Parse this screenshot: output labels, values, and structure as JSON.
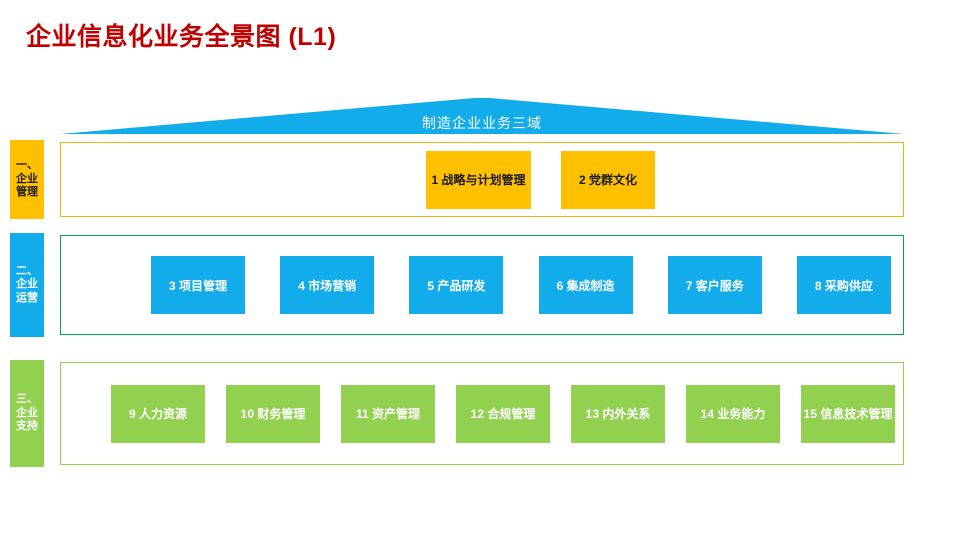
{
  "page": {
    "title": "企业信息化业务全景图 (L1)",
    "title_color": "#c00000",
    "background": "#ffffff"
  },
  "banner": {
    "label": "制造企业业务三域",
    "shape": "roof-pentagon",
    "fill": "#12aceb",
    "text_color": "#ffffff"
  },
  "rows": [
    {
      "key": "management",
      "label_lines": [
        "一、",
        "企业",
        "管理"
      ],
      "label_fill": "#ffc000",
      "label_text_color": "#1a1a1a",
      "border_color": "#ecb211",
      "card_fill": "#ffc000",
      "card_text_color": "#1a1a1a",
      "cards": [
        {
          "number": "1",
          "text": "战略与计划管理",
          "label": "1 战略与计划管理"
        },
        {
          "number": "2",
          "text": "党群文化",
          "label": "2 党群文化"
        }
      ]
    },
    {
      "key": "operations",
      "label_lines": [
        "二、",
        "企业",
        "运营"
      ],
      "label_fill": "#12aceb",
      "label_text_color": "#ffffff",
      "border_color": "#00a550",
      "card_fill": "#12aceb",
      "card_text_color": "#ffffff",
      "cards": [
        {
          "number": "3",
          "text": "项目管理",
          "label": "3 项目管理"
        },
        {
          "number": "4",
          "text": "市场营销",
          "label": "4 市场营销"
        },
        {
          "number": "5",
          "text": "产品研发",
          "label": "5 产品研发"
        },
        {
          "number": "6",
          "text": "集成制造",
          "label": "6 集成制造"
        },
        {
          "number": "7",
          "text": "客户服务",
          "label": "7 客户服务"
        },
        {
          "number": "8",
          "text": "采购供应",
          "label": "8 采购供应"
        }
      ]
    },
    {
      "key": "support",
      "label_lines": [
        "三、",
        "企业",
        "支持"
      ],
      "label_fill": "#92d050",
      "label_text_color": "#ffffff",
      "border_color": "#92d050",
      "card_fill": "#92d050",
      "card_text_color": "#ffffff",
      "cards": [
        {
          "number": "9",
          "text": "人力资源",
          "label": "9 人力资源"
        },
        {
          "number": "10",
          "text": "财务管理",
          "label": "10 财务管理"
        },
        {
          "number": "11",
          "text": "资产管理",
          "label": "11 资产管理"
        },
        {
          "number": "12",
          "text": "合规管理",
          "label": "12 合规管理"
        },
        {
          "number": "13",
          "text": "内外关系",
          "label": "13 内外关系"
        },
        {
          "number": "14",
          "text": "业务能力",
          "label": "14 业务能力"
        },
        {
          "number": "15",
          "text": "信息技术管理",
          "label": "15 信息技术管理"
        }
      ]
    }
  ]
}
